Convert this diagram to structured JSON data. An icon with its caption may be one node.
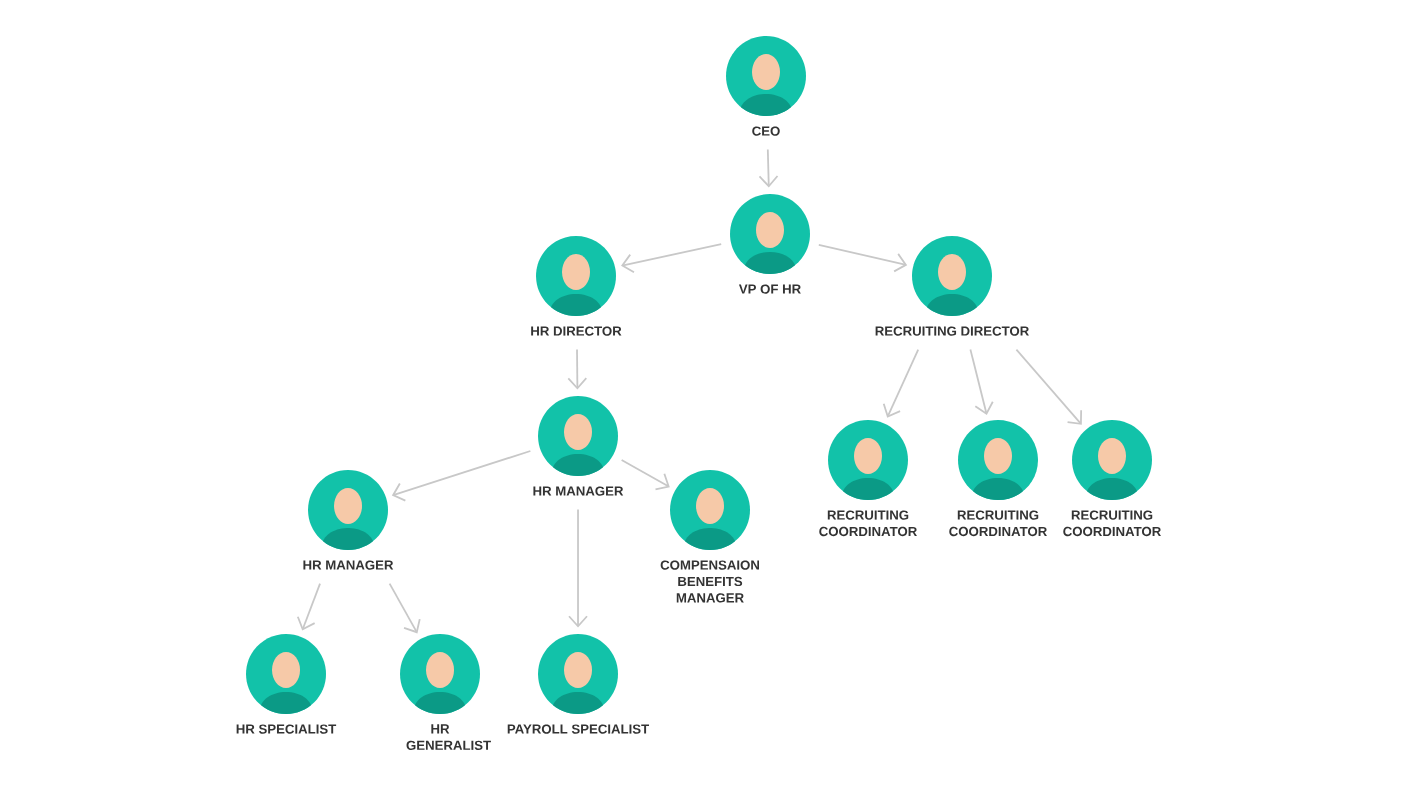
{
  "diagram": {
    "nodes": [
      {
        "text": [
          "CEO"
        ]
      },
      {
        "text": [
          "VP OF HR"
        ]
      },
      {
        "text": [
          "HR DIRECTOR"
        ]
      },
      {
        "text": [
          "RECRUITING DIRECTOR"
        ]
      },
      {
        "text": [
          "HR MANAGER"
        ]
      },
      {
        "text": [
          "HR MANAGER"
        ]
      },
      {
        "text": [
          "COMPENSAION BENEFITS MANAGER"
        ]
      },
      {
        "text": [
          "RECRUITING COORDINATOR"
        ]
      },
      {
        "text": [
          "RECRUITING COORDINATOR"
        ]
      },
      {
        "text": [
          "RECRUITING COORDINATOR"
        ]
      },
      {
        "text": [
          "HR SPECIALIST"
        ]
      },
      {
        "text": [
          "HR GENERALIST"
        ]
      },
      {
        "text": [
          "PAYROLL SPECIALIST"
        ]
      }
    ],
    "edges": [
      {
        "from": 0,
        "to": 1,
        "arrow": "to"
      },
      {
        "from": 1,
        "to": 2,
        "arrow": "to"
      },
      {
        "from": 1,
        "to": 3,
        "arrow": "to"
      },
      {
        "from": 2,
        "to": 4,
        "arrow": "to"
      },
      {
        "from": 3,
        "to": 7,
        "arrow": "to"
      },
      {
        "from": 3,
        "to": 8,
        "arrow": "to"
      },
      {
        "from": 3,
        "to": 9,
        "arrow": "to"
      },
      {
        "from": 4,
        "to": 5,
        "arrow": "to"
      },
      {
        "from": 4,
        "to": 6,
        "arrow": "to"
      },
      {
        "from": 4,
        "to": 12,
        "arrow": "to"
      },
      {
        "from": 5,
        "to": 10,
        "arrow": "to"
      },
      {
        "from": 5,
        "to": 11,
        "arrow": "to"
      }
    ]
  }
}
